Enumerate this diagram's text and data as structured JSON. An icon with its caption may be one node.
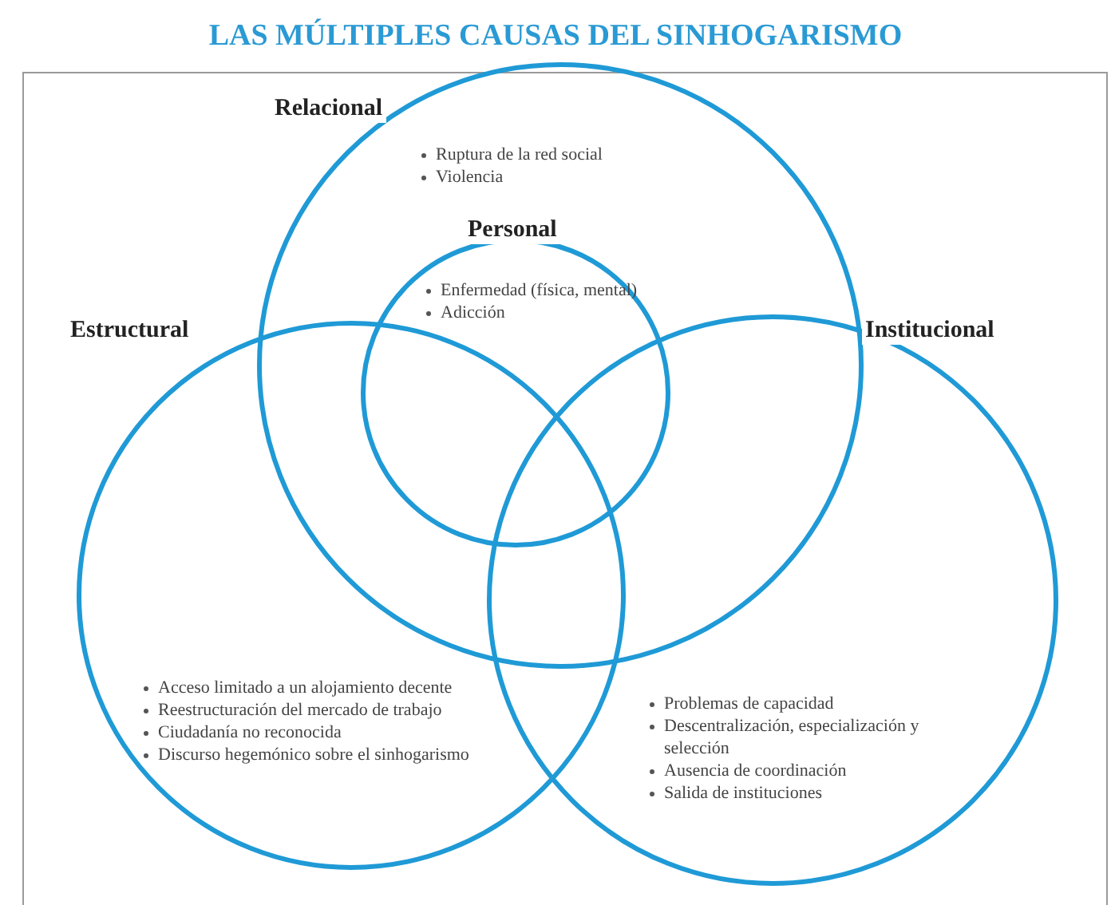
{
  "diagram": {
    "title": "LAS MÚLTIPLES CAUSAS DEL SINHOGARISMO",
    "nodes": [
      {
        "text": [
          "Relacional",
          "Ruptura de la red social",
          "Violencia"
        ]
      },
      {
        "text": [
          "Personal",
          "Enfermedad (física, mental)",
          "Adicción"
        ],
        "in": 0
      },
      {
        "text": [
          "Estructural",
          "Acceso limitado a un alojamiento decente",
          "Reestructuración del mercado de trabajo",
          "Ciudadanía no reconocida",
          "Discurso hegemónico sobre el sinhogarismo"
        ]
      },
      {
        "text": [
          "Institucional",
          "Problemas de capacidad",
          "Descentralización, especialización y selección",
          "Ausencia de coordinación",
          "Salida de instituciones"
        ]
      }
    ]
  }
}
